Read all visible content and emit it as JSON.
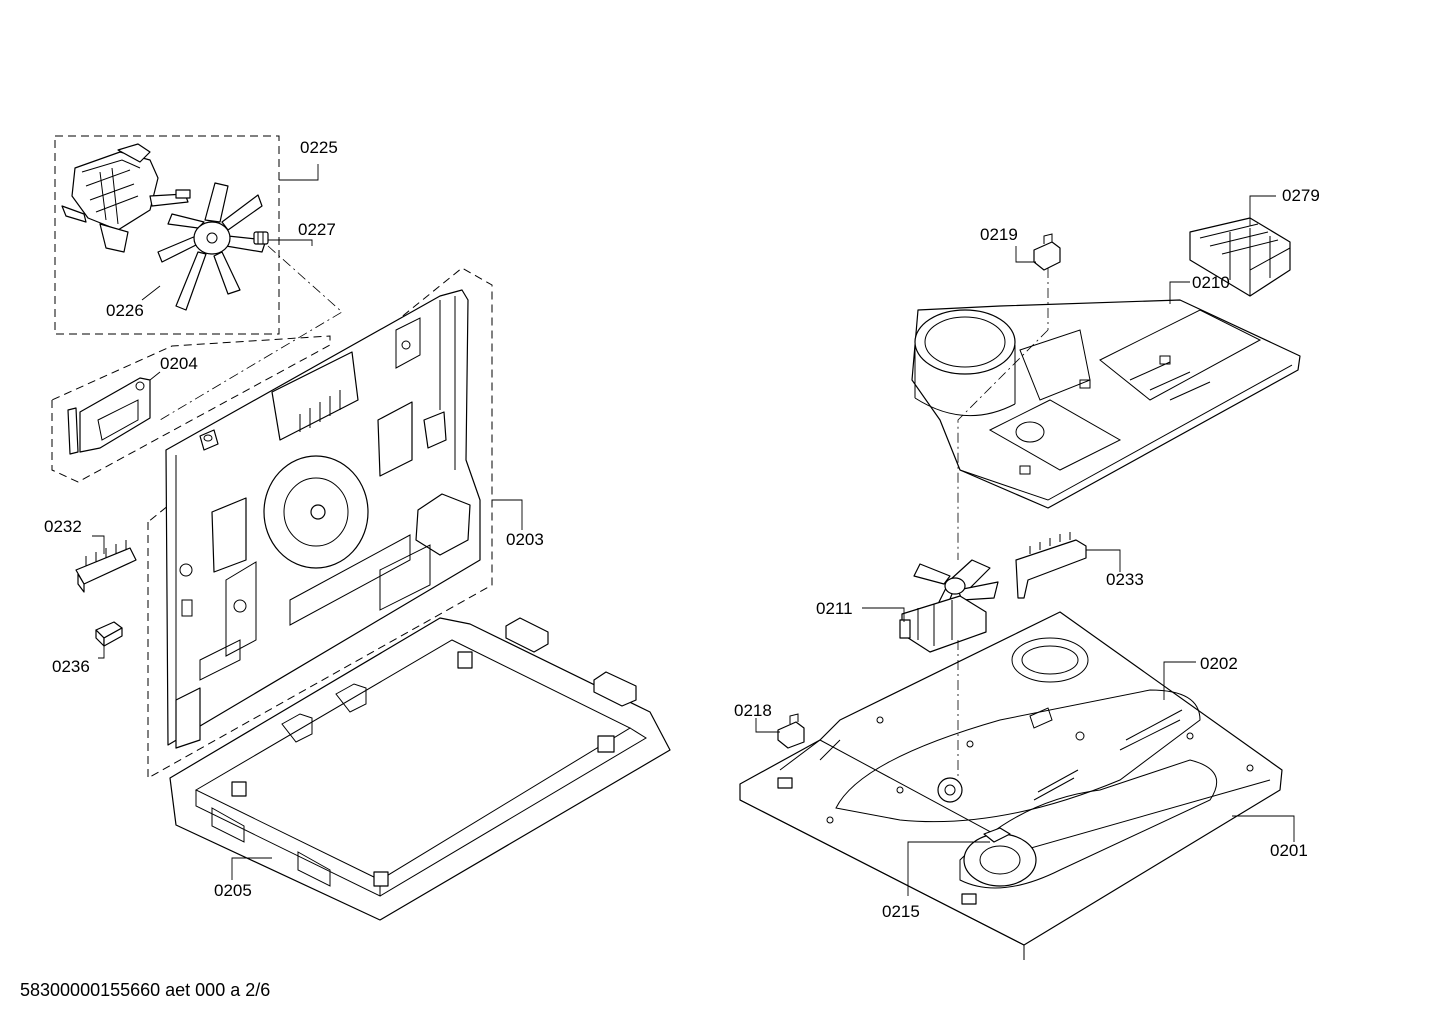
{
  "footer_text": "58300000155660 aet 000 a 2/6",
  "callouts": {
    "c0225": "0225",
    "c0227": "0227",
    "c0226": "0226",
    "c0204": "0204",
    "c0203": "0203",
    "c0232": "0232",
    "c0236": "0236",
    "c0205": "0205",
    "c0219": "0219",
    "c0279": "0279",
    "c0210": "0210",
    "c0233": "0233",
    "c0211": "0211",
    "c0202": "0202",
    "c0218": "0218",
    "c0201": "0201",
    "c0215": "0215"
  }
}
